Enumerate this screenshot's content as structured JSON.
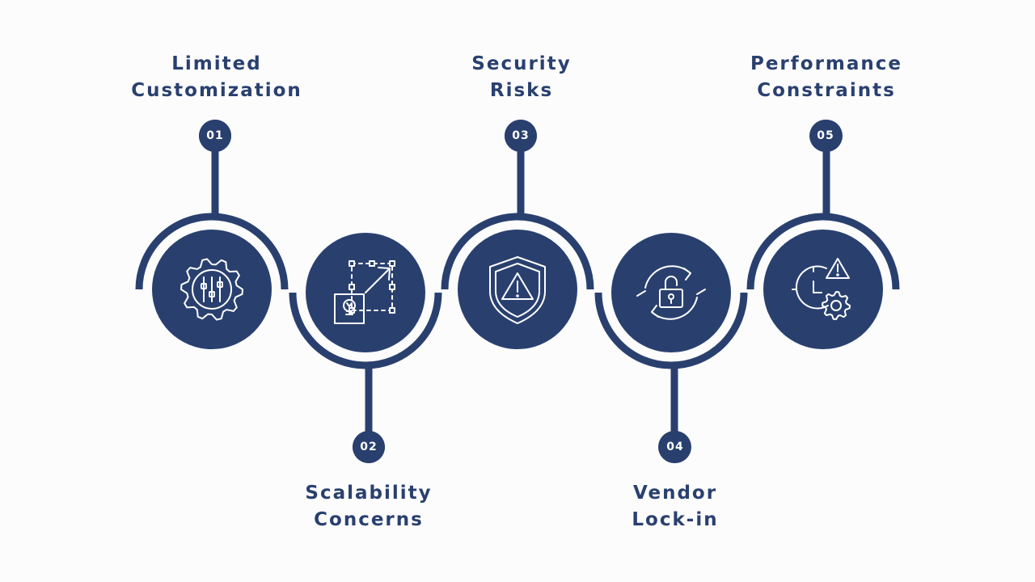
{
  "colors": {
    "primary": "#29406f",
    "background": "#fcfcfd",
    "icon_stroke": "#ffffff"
  },
  "steps": [
    {
      "number": "01",
      "title_lines": [
        "Limited",
        "Customization"
      ],
      "icon": "gear-sliders-icon",
      "position": "top"
    },
    {
      "number": "02",
      "title_lines": [
        "Scalability",
        "Concerns"
      ],
      "icon": "scale-up-arrow-icon",
      "position": "bottom"
    },
    {
      "number": "03",
      "title_lines": [
        "Security",
        "Risks"
      ],
      "icon": "shield-warning-icon",
      "position": "top"
    },
    {
      "number": "04",
      "title_lines": [
        "Vendor",
        "Lock-in"
      ],
      "icon": "cycle-padlock-icon",
      "position": "bottom"
    },
    {
      "number": "05",
      "title_lines": [
        "Performance",
        "Constraints"
      ],
      "icon": "clock-gear-warning-icon",
      "position": "top"
    }
  ]
}
